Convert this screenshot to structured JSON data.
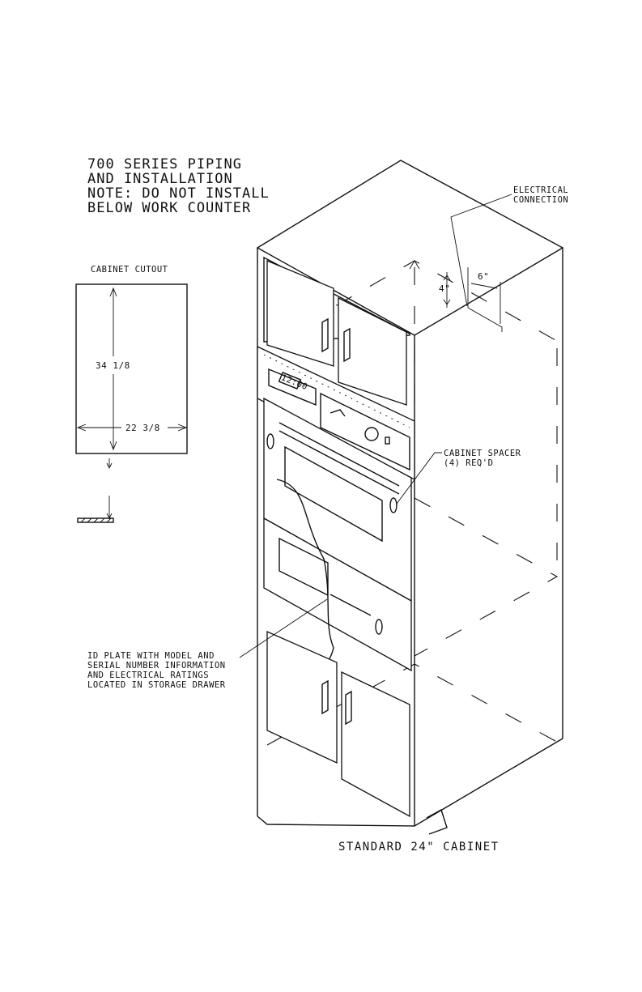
{
  "title_lines": [
    "700 SERIES PIPING",
    "AND INSTALLATION",
    "NOTE: DO NOT INSTALL",
    "BELOW WORK COUNTER"
  ],
  "cutout": {
    "label": "CABINET CUTOUT",
    "height": "34 1/8",
    "width": "22 3/8"
  },
  "electrical": {
    "lines": [
      "ELECTRICAL",
      "CONNECTION"
    ],
    "dim_vertical": "4\"",
    "dim_horizontal": "6\""
  },
  "spacer": {
    "lines": [
      "CABINET SPACER",
      "(4) REQ'D"
    ]
  },
  "id_plate": {
    "lines": [
      "ID PLATE WITH MODEL AND",
      "SERIAL NUMBER INFORMATION",
      "AND ELECTRICAL RATINGS",
      "LOCATED IN STORAGE DRAWER"
    ]
  },
  "control_panel": {
    "display": "12:00"
  },
  "caption": "STANDARD 24\" CABINET"
}
